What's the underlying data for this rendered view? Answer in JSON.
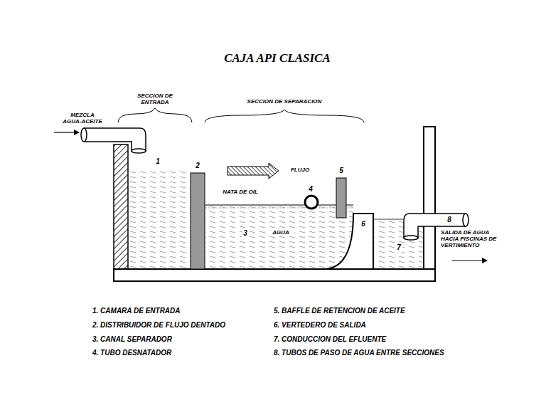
{
  "diagram": {
    "title": "CAJA API CLASICA",
    "labels": [
      "SECCION DE ENTRADA",
      "SECCION DE SEPARACION",
      "MEZCLA AGUA-ACEITE",
      "1",
      "2",
      "FLUJO",
      "5",
      "NATA DE OIL",
      "4",
      "3",
      "AGUA",
      "6",
      "8",
      "7",
      "SALIDA DE AGUA HACIA PISCINAS DE VERTIMIENTO",
      "1. CAMARA DE ENTRADA",
      "2. DISTRIBUIDOR DE FLUJO DENTADO",
      "3. CANAL SEPARADOR",
      "4. TUBO DESNATADOR",
      "5. BAFFLE DE RETENCION DE ACEITE",
      "6. VERTEDERO DE SALIDA",
      "7. CONDUCCION DEL EFLUENTE",
      "8. TUBOS DE PASO DE AGUA ENTRE SECCIONES"
    ]
  }
}
